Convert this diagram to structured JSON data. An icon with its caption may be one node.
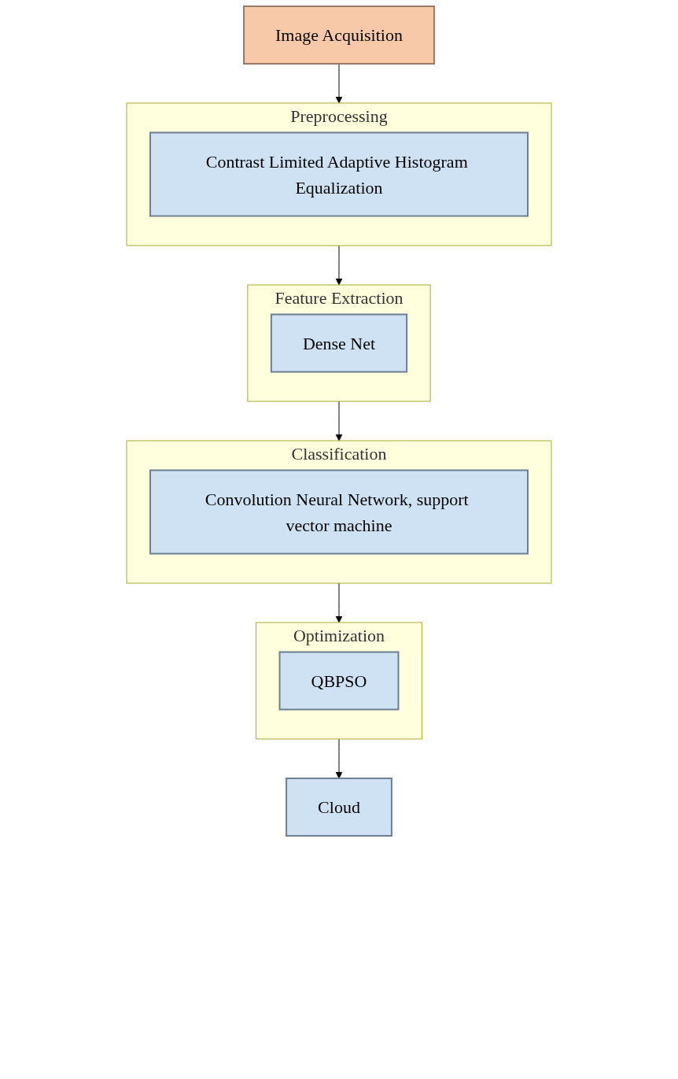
{
  "diagram": {
    "nodes": [
      {
        "text": [
          "Image Acquisition"
        ]
      },
      {
        "text": [
          "Preprocessing"
        ]
      },
      {
        "text": [
          "Contrast Limited Adaptive Histogram Equalization"
        ],
        "in": 1
      },
      {
        "text": [
          "Feature Extraction"
        ]
      },
      {
        "text": [
          "Dense Net"
        ],
        "in": 3
      },
      {
        "text": [
          "Classification"
        ]
      },
      {
        "text": [
          "Convolution Neural Network, support vector machine"
        ],
        "in": 5
      },
      {
        "text": [
          "Optimization"
        ]
      },
      {
        "text": [
          "QBPSO"
        ],
        "in": 7
      },
      {
        "text": [
          "Cloud"
        ]
      }
    ],
    "edges": [
      {
        "from": 0,
        "to": 1,
        "arrow": "to"
      },
      {
        "from": 1,
        "to": 3,
        "arrow": "to"
      },
      {
        "from": 3,
        "to": 5,
        "arrow": "to"
      },
      {
        "from": 5,
        "to": 7,
        "arrow": "to"
      },
      {
        "from": 7,
        "to": 9,
        "arrow": "to"
      }
    ]
  }
}
